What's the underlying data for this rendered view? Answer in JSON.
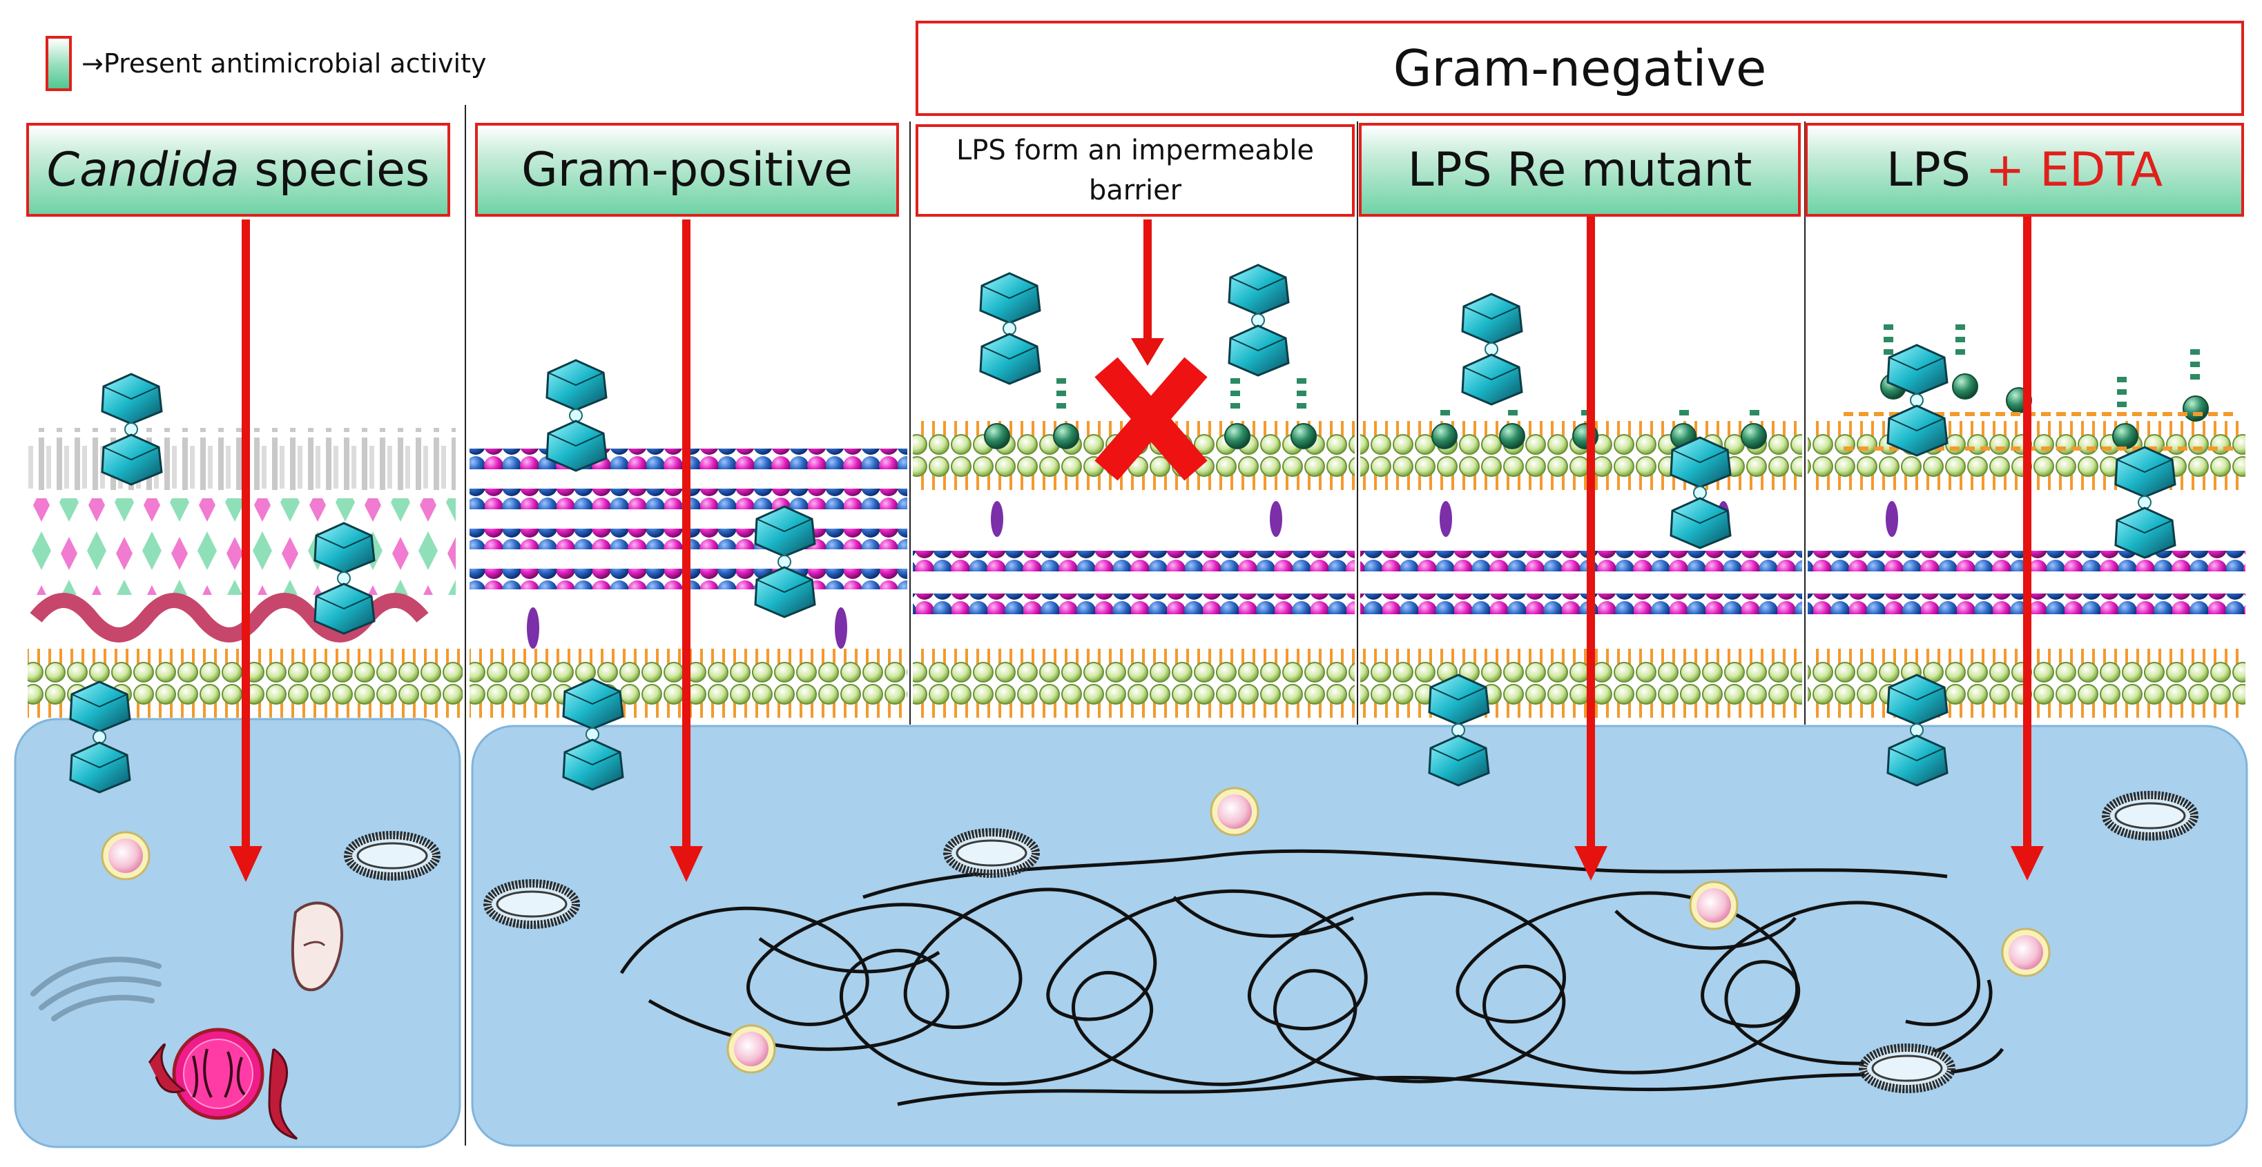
{
  "legend": {
    "arrow": "→",
    "text": "Present antimicrobial activity"
  },
  "group_header": "Gram-negative",
  "panels": [
    {
      "title_italic": "Candida",
      "title_rest": " species"
    },
    {
      "title": "Gram-positive"
    },
    {
      "title": "LPS form an impermeable barrier"
    },
    {
      "title": "LPS Re mutant"
    },
    {
      "title_black": "LPS",
      "title_red": " + EDTA"
    }
  ],
  "colors": {
    "accent_red": "#e0201c",
    "header_green": "#6fd3a6",
    "cytoplasm": "#a9d0ec",
    "lipid_head": "#c8e39a",
    "lipid_tail": "#f39a2e",
    "peptidoglycan_blue": "#2b66c4",
    "peptidoglycan_magenta": "#e11fc1",
    "lps_teal": "#2c8a63",
    "peptide_cyan": "#1bb7c9"
  },
  "icons": [
    "arrow-down-icon",
    "blocked-x-icon",
    "peptide-icon",
    "dna-strand-icon",
    "vesicle-icon",
    "plasmid-icon",
    "nucleus-icon",
    "golgi-icon",
    "mitochondrion-icon"
  ]
}
